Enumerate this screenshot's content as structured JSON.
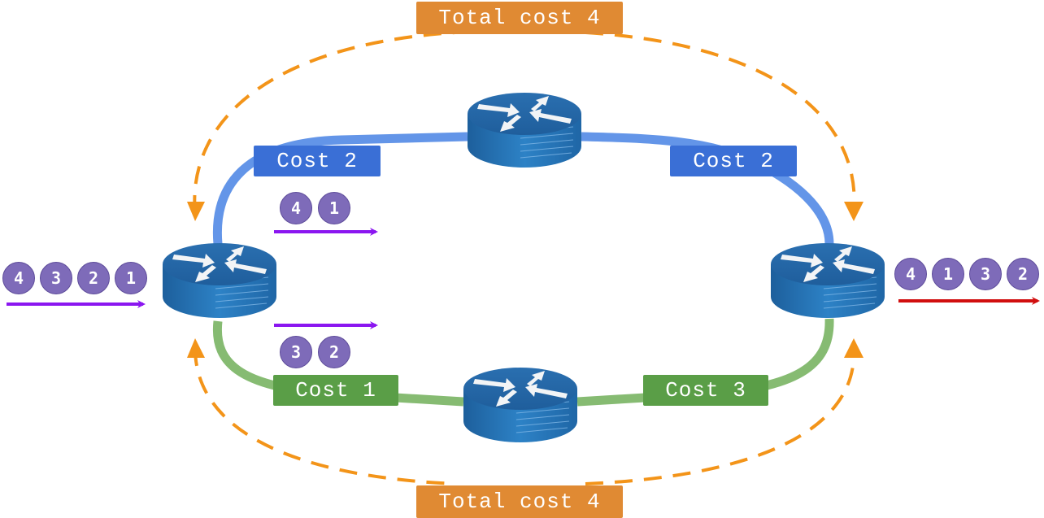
{
  "labels": {
    "total_top": "Total cost 4",
    "total_bottom": "Total cost 4",
    "cost_top_left": "Cost 2",
    "cost_top_right": "Cost 2",
    "cost_bottom_left": "Cost 1",
    "cost_bottom_right": "Cost 3"
  },
  "packets": {
    "input": [
      "4",
      "3",
      "2",
      "1"
    ],
    "upper_path": [
      "4",
      "1"
    ],
    "lower_path": [
      "3",
      "2"
    ],
    "output": [
      "4",
      "1",
      "3",
      "2"
    ]
  },
  "colors": {
    "upper_link": "#6395e8",
    "lower_link": "#86bb72",
    "dashed_path": "#f39419",
    "input_arrow": "#8b16f0",
    "output_arrow": "#d10f0f",
    "packet": "#7e6bb9",
    "router": "#2b76b7"
  },
  "nodes": [
    {
      "id": "router-left"
    },
    {
      "id": "router-top"
    },
    {
      "id": "router-bottom"
    },
    {
      "id": "router-right"
    }
  ]
}
